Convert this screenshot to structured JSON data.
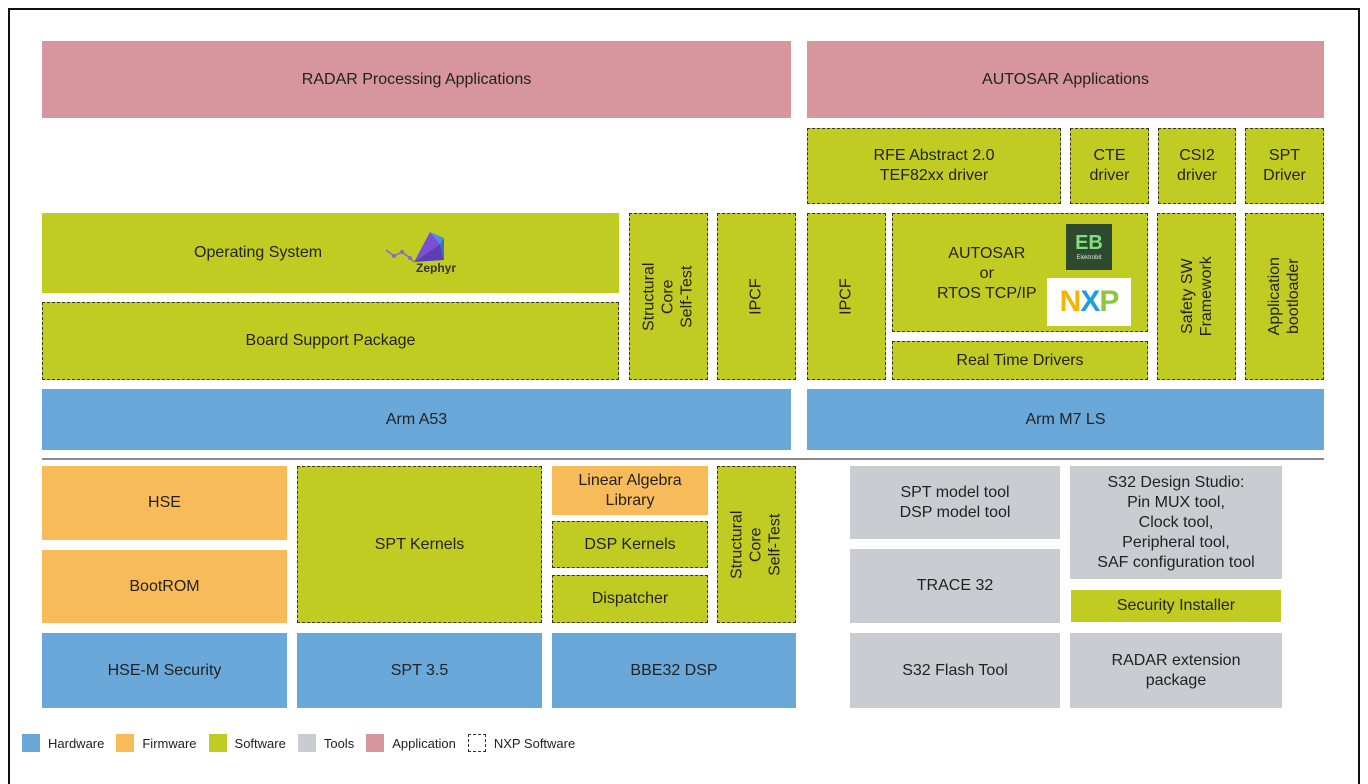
{
  "colors": {
    "hardware": "#6aa8d9",
    "firmware": "#f7bb5a",
    "software": "#c0cc22",
    "tools": "#c9ccd1",
    "application": "#d7959d"
  },
  "blocks": {
    "radar_apps": "RADAR Processing Applications",
    "autosar_apps": "AUTOSAR Applications",
    "rfe": "RFE Abstract 2.0\nTEF82xx driver",
    "cte": "CTE\ndriver",
    "csi2": "CSI2\ndriver",
    "spt_driver": "SPT\nDriver",
    "os": "Operating System",
    "zephyr_logo_text": "Zephyr",
    "bsp": "Board Support Package",
    "sct_a53": "Structural Core\nSelf-Test",
    "ipcf_a53": "IPCF",
    "ipcf_m7": "IPCF",
    "autosar_rtos": "AUTOSAR\nor\nRTOS TCP/IP",
    "elektrobit_logo_text": "Elektrobit",
    "nxp_logo_text": "NXP",
    "rtd": "Real Time Drivers",
    "safety": "Safety SW\nFramework",
    "bootloader": "Application\nbootloader",
    "arm_a53": "Arm A53",
    "arm_m7": "Arm M7 LS",
    "hse": "HSE",
    "bootrom": "BootROM",
    "spt_kernels": "SPT Kernels",
    "linalg": "Linear Algebra\nLibrary",
    "dsp_kernels": "DSP Kernels",
    "dispatcher": "Dispatcher",
    "sct_dsp": "Structural Core\nSelf-Test",
    "hse_m": "HSE-M Security",
    "spt35": "SPT 3.5",
    "bbe32": "BBE32 DSP",
    "spt_model": "SPT model tool\nDSP model tool",
    "s32ds": "S32 Design Studio:\nPin MUX tool,\nClock tool,\nPeripheral tool,\nSAF configuration tool",
    "trace32": "TRACE 32",
    "security_installer": "Security Installer",
    "s32flash": "S32 Flash Tool",
    "radar_ext": "RADAR extension\npackage"
  },
  "legend": {
    "hardware": "Hardware",
    "firmware": "Firmware",
    "software": "Software",
    "tools": "Tools",
    "application": "Application",
    "nxp_software": "NXP Software"
  }
}
